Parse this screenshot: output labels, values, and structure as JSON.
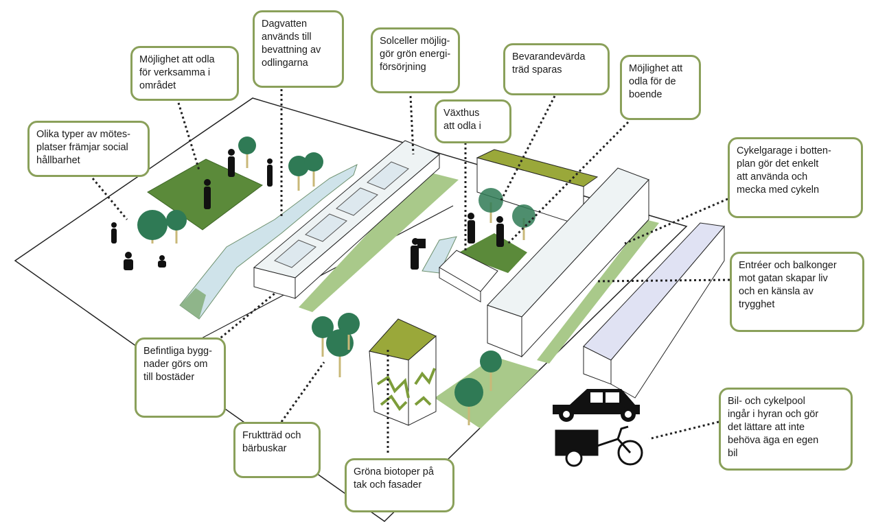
{
  "callouts": {
    "meeting_places": "Olika typer av mötes-\nplatser främjar social\nhållbarhet",
    "cultivation_business": "Möjlighet att odla\nför verksamma i\nområdet",
    "stormwater": "Dagvatten\nanvänds till\nbevattning av\nodlingarna",
    "solar": "Solceller möjlig-\ngör grön energi-\nförsörjning",
    "greenhouse": "Växthus\natt odla i",
    "trees_kept": "Bevarandevärda\nträd sparas",
    "cultivation_residents": "Möjlighet att\nodla för de\nboende",
    "bike_garage": "Cykelgarage i botten-\nplan gör det enkelt\natt använda och\nmecka med cykeln",
    "entrances": "Entréer och balkonger\nmot gatan skapar liv\noch en känsla av\ntrygghet",
    "car_bike_pool": "Bil- och cykelpool\ningår i hyran och gör\ndet lättare att inte\nbehöva äga en egen\nbil",
    "converted_buildings": "Befintliga bygg-\nnader görs om\ntill bostäder",
    "fruit_trees": "Fruktträd och\nbärbuskar",
    "green_biotopes": "Gröna biotoper på\ntak och fasader"
  },
  "colors": {
    "callout_border": "#8aa05a",
    "dark_green": "#5b8a3a",
    "light_green": "#a9c98a",
    "tree": "#2f7a55",
    "roof_moss": "#9aa83a",
    "water": "#cfe3ea"
  },
  "icons": [
    "car-icon",
    "cargo-bike-icon",
    "person-icon",
    "tree-icon"
  ]
}
